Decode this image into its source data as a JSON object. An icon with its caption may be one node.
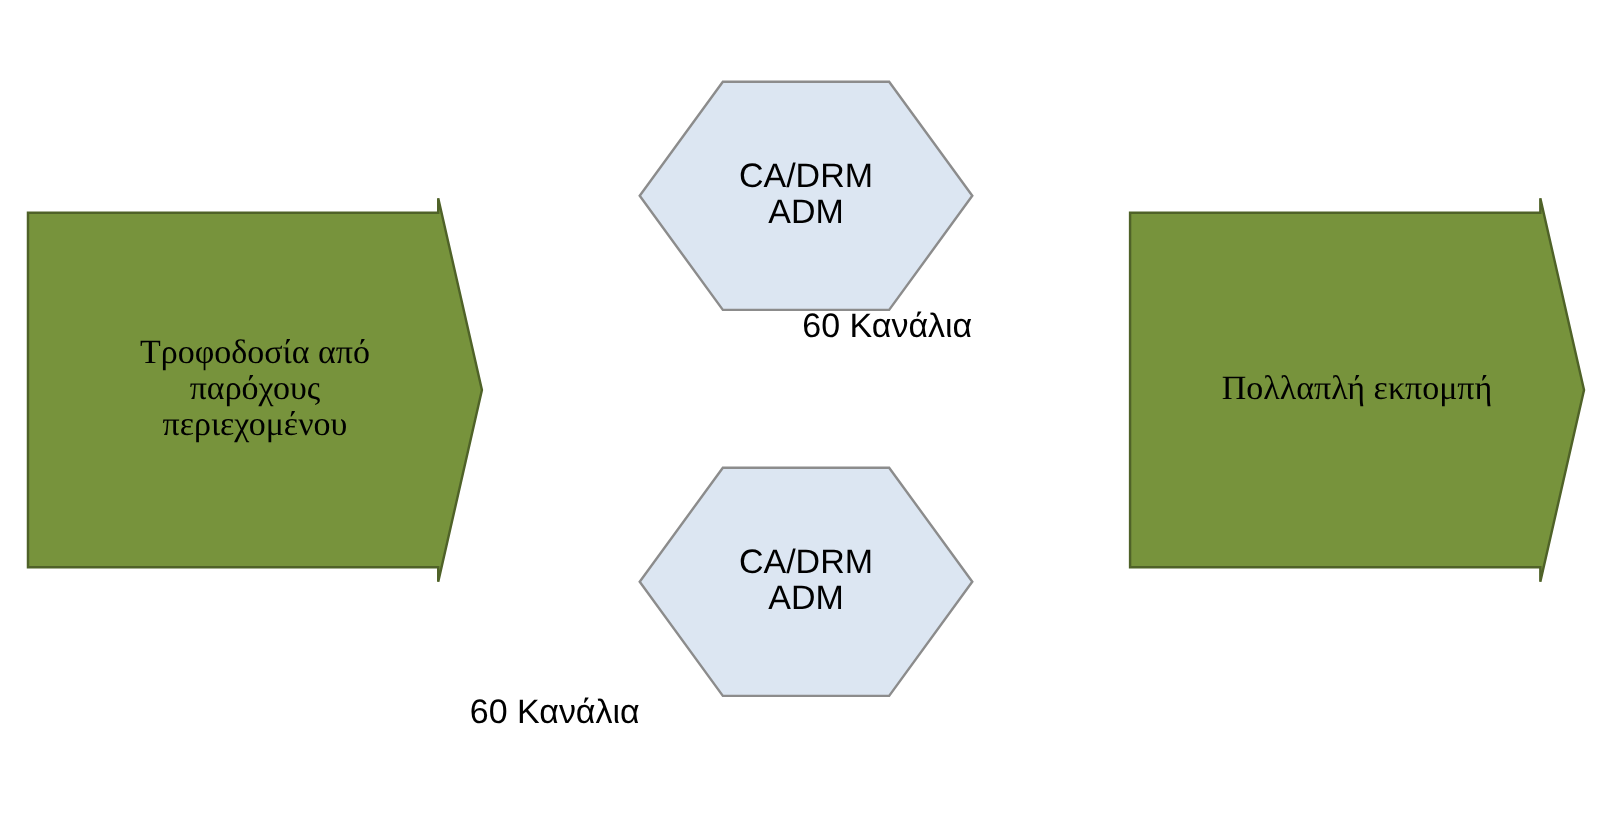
{
  "diagram": {
    "nodes": [
      {
        "text": [
          "Τροφοδοσία από παρόχους περιεχομένου"
        ]
      },
      {
        "text": [
          "CA/DRM ADM"
        ],
        "beside": [
          "60 Κανάλια"
        ]
      },
      {
        "text": [
          "CA/DRM ADM"
        ],
        "beside": [
          "60 Κανάλια"
        ]
      },
      {
        "text": [
          "Πολλαπλή εκπομπή"
        ]
      }
    ],
    "edges": []
  }
}
